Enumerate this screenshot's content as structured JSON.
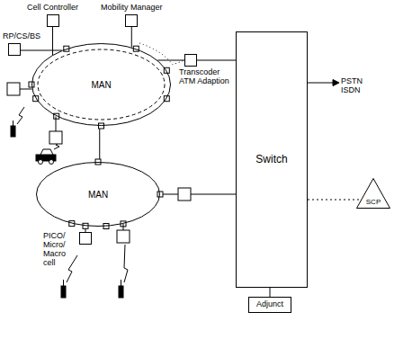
{
  "diagram": {
    "nodes": [
      {
        "text": [
          "Cell Controller"
        ]
      },
      {
        "text": [
          "Mobility Manager"
        ]
      },
      {
        "text": [
          "RP/CS/BS"
        ]
      },
      {
        "text": [
          "MAN"
        ]
      },
      {
        "text": [
          "Transcoder ATM Adaption"
        ]
      },
      {
        "text": [
          "Switch"
        ]
      },
      {
        "text": [
          "MAN"
        ]
      },
      {
        "text": [
          "PICO/ Micro/ Macro cell"
        ]
      },
      {
        "text": [
          "Adjunct"
        ]
      },
      {
        "text": [
          "SCP"
        ]
      }
    ],
    "edges": [
      {
        "from": 0,
        "to": 3,
        "arrow": "none"
      },
      {
        "from": 1,
        "to": 3,
        "arrow": "none"
      },
      {
        "from": 2,
        "to": 3,
        "arrow": "none"
      },
      {
        "from": 3,
        "to": 4,
        "arrow": "none"
      },
      {
        "from": 4,
        "to": 5,
        "arrow": "none"
      },
      {
        "from": 3,
        "to": 6,
        "arrow": "none"
      },
      {
        "from": 6,
        "to": 5,
        "arrow": "none"
      },
      {
        "from": 7,
        "to": 6,
        "arrow": "none"
      },
      {
        "from": 5,
        "to": 8,
        "arrow": "none"
      },
      {
        "from": 5,
        "to": 9,
        "arrow": "none"
      }
    ],
    "labels": [
      "PSTN ISDN"
    ]
  }
}
